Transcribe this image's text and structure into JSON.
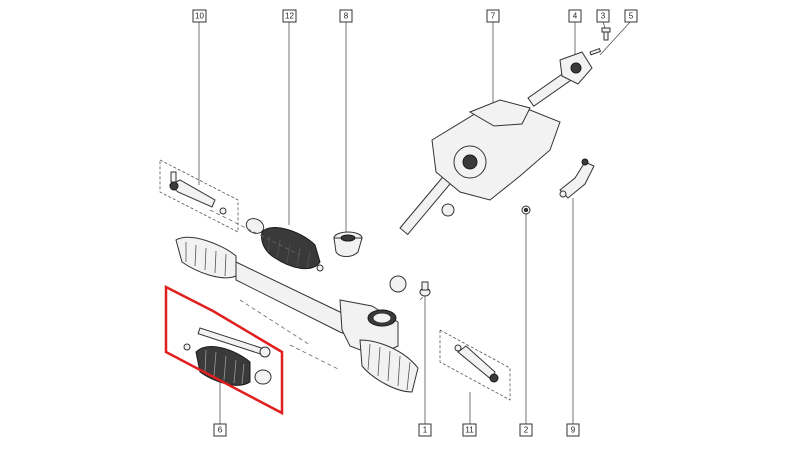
{
  "callouts": {
    "c10": "10",
    "c12": "12",
    "c8": "8",
    "c7": "7",
    "c4": "4",
    "c3": "3",
    "c5": "5",
    "c6": "6",
    "c1": "1",
    "c11": "11",
    "c2": "2",
    "c9": "9"
  },
  "highlight_color": "#e0201e"
}
